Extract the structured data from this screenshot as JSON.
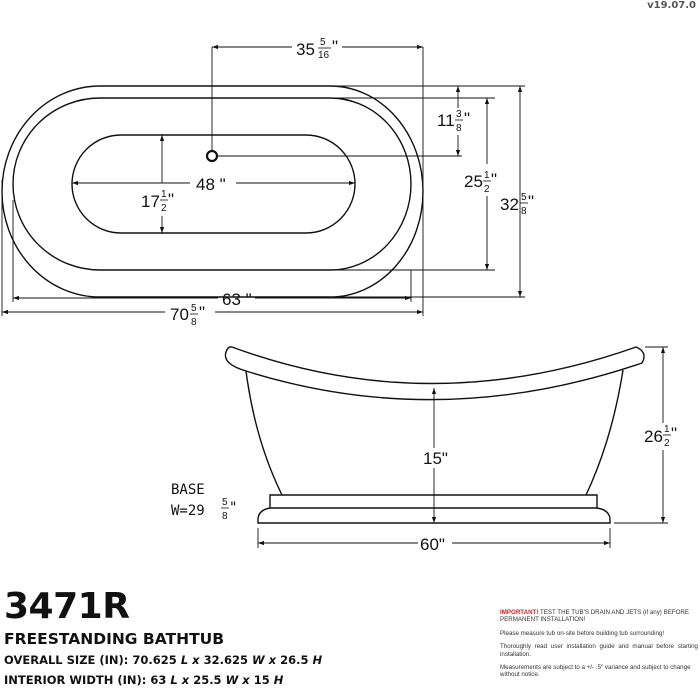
{
  "version": "v19.07.0",
  "top_view": {
    "drain_offset": {
      "whole": "35",
      "num": "5",
      "den": "16",
      "unit": "\""
    },
    "drain_from_edge": {
      "whole": "11",
      "num": "3",
      "den": "8",
      "unit": "\""
    },
    "interior_width": {
      "whole": "25",
      "num": "1",
      "den": "2",
      "unit": "\""
    },
    "overall_width": {
      "whole": "32",
      "num": "5",
      "den": "8",
      "unit": "\""
    },
    "bottom_length": {
      "text": "48 \""
    },
    "bottom_width": {
      "whole": "17",
      "num": "1",
      "den": "2",
      "unit": "\""
    },
    "interior_length": {
      "text": "63 \""
    },
    "overall_length": {
      "whole": "70",
      "num": "5",
      "den": "8",
      "unit": "\""
    }
  },
  "side_view": {
    "interior_depth": {
      "text": "15\""
    },
    "overall_height": {
      "whole": "26",
      "num": "1",
      "den": "2",
      "unit": "\""
    },
    "base_length": {
      "text": "60\""
    },
    "base_label": "BASE",
    "base_width_prefix": "W=29",
    "base_width_num": "5",
    "base_width_den": "8",
    "base_width_unit": "\""
  },
  "product": {
    "model": "3471R",
    "type": "FREESTANDING BATHTUB",
    "overall_label": "OVERALL SIZE (IN): ",
    "overall_l": "70.625",
    "overall_w": "32.625",
    "overall_h": "26.5",
    "interior_label": "INTERIOR WIDTH (IN): ",
    "interior_l": "63",
    "interior_w": "25.5",
    "interior_h": "15",
    "L": "L",
    "W": "W",
    "H": "H",
    "x": "x"
  },
  "notes": {
    "important_prefix": "IMPORTANT!",
    "important_text": " TEST THE TUB'S DRAIN AND JETS (if any) BEFORE PERMANENT INSTALLATION!",
    "measure": "Please measure tub on-site before building tub surrounding!",
    "read_guide": "Thoroughly read user installation guide and manual before starting installation.",
    "variance": "Measurements are subject to a +/- .5\" variance and subject to change without notice."
  }
}
